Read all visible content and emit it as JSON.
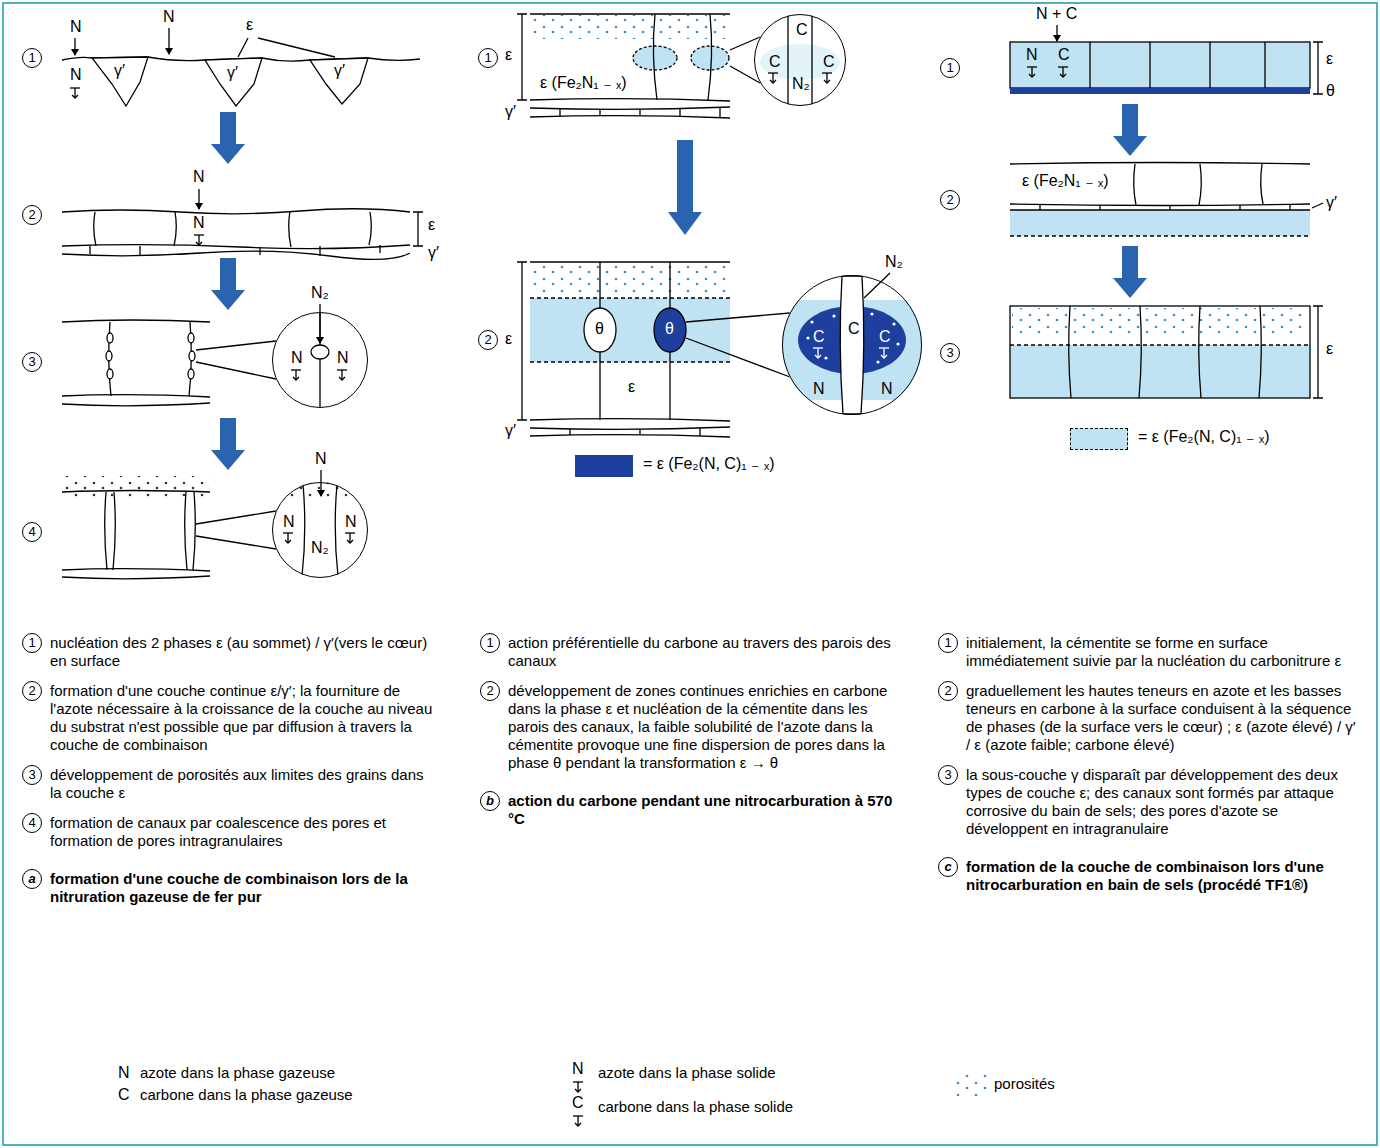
{
  "diagram": {
    "nodes": [
      {
        "text": [
          "N",
          "N"
        ]
      },
      {
        "text": [
          "N",
          "N",
          "N₂"
        ]
      },
      {
        "text": [
          "C",
          "C",
          "C",
          "N₂"
        ]
      },
      {
        "text": [
          "C",
          "C",
          "C",
          "N",
          "N"
        ]
      }
    ],
    "labels": [
      "1",
      "N",
      "N",
      "N",
      "ε",
      "γ′",
      "γ′",
      "γ′",
      "2",
      "N",
      "N",
      "ε",
      "γ′",
      "3",
      "N₂",
      "4",
      "N",
      "1",
      "ε",
      "ε (Fe₂N₁ ₋ ₓ)",
      "γ′",
      "2",
      "ε",
      "θ",
      "θ",
      "ε",
      "γ′",
      "N₂",
      "1",
      "N + C",
      "N",
      "C",
      "ε",
      "θ",
      "2",
      "ε (Fe₂N₁ ₋ ₓ)",
      "γ′",
      "3",
      "ε",
      "1",
      "nucléation des 2 phases ε (au sommet) / γ′(vers le cœur) en surface",
      "2",
      "formation d'une couche continue ε/γ′; la fourniture de l'azote nécessaire à la croissance de la couche au niveau du substrat n'est possible que par diffusion à travers la couche de combinaison",
      "3",
      "développement de porosités aux limites des grains dans la couche ε",
      "4",
      "formation de canaux par coalescence des pores et formation de pores intragranulaires",
      "a",
      "formation d'une couche de combinaison lors de la nitruration gazeuse de fer pur",
      "1",
      "action préférentielle du carbone au travers des parois des canaux",
      "2",
      "développement de zones continues enrichies en carbone dans la phase ε et nucléation de la cémentite dans les parois des canaux, la faible solubilité de l'azote dans la cémentite provoque une fine dispersion de pores dans la phase θ pendant la transformation ε → θ",
      "b",
      "action du carbone pendant une nitrocarburation à 570 °C",
      "1",
      "initialement, la cémentite se forme en surface immédiatement suivie par la nucléation du carbonitrure ε",
      "2",
      "graduellement les hautes teneurs en azote et les basses teneurs en carbone à la surface conduisent à la séquence de phases (de la surface vers le cœur) ; ε (azote élevé) / γ′ / ε (azote faible; carbone élevé)",
      "3",
      "la sous-couche γ disparaît par développement des deux types de couche ε; des canaux sont formés par attaque corrosive du bain de sels; des pores d'azote se développent en intragranulaire",
      "c",
      "formation de la couche de combinaison lors d'une nitrocarburation en bain de sels (procédé TF1®)",
      "N",
      "C",
      "N",
      "C"
    ],
    "legend": [
      {
        "text": "= ε (Fe₂(N, C)₁ ₋ ₓ)",
        "color": "#1e3f9e"
      },
      {
        "text": "= ε (Fe₂(N, C)₁ ₋ ₓ)",
        "color": "#bfe3f2"
      },
      {
        "text": "azote dans la phase gazeuse"
      },
      {
        "text": "carbone dans la phase gazeuse"
      },
      {
        "text": "azote dans la phase solide"
      },
      {
        "text": "carbone dans la phase solide"
      },
      {
        "text": "porosités"
      }
    ]
  }
}
